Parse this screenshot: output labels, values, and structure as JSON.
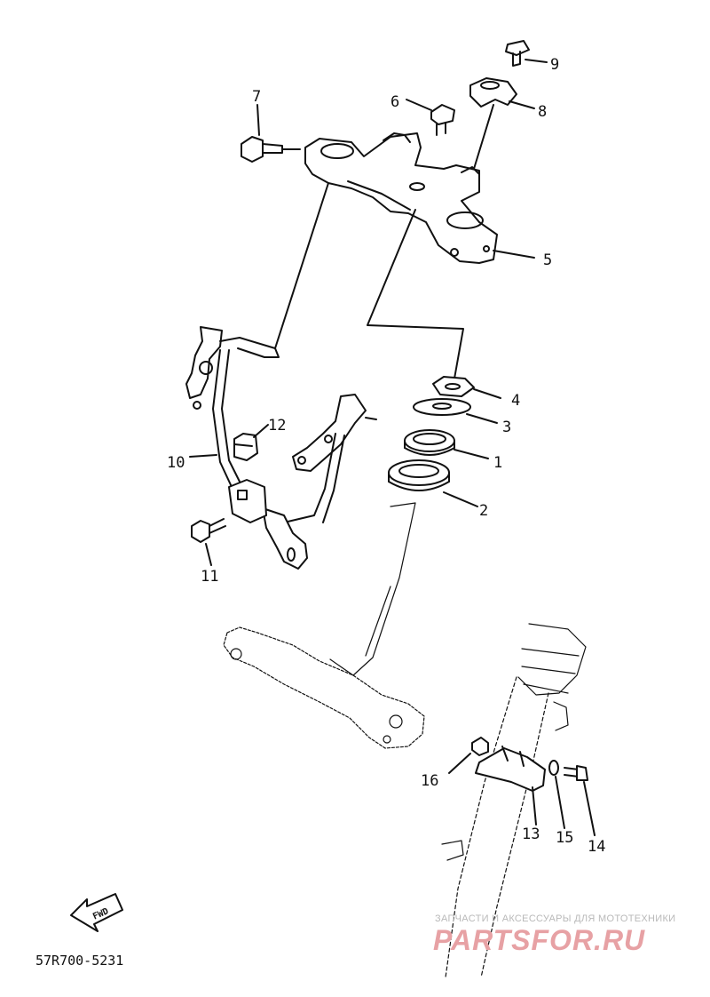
{
  "diagram": {
    "callouts": [
      {
        "id": "1",
        "label": "1"
      },
      {
        "id": "2",
        "label": "2"
      },
      {
        "id": "3",
        "label": "3"
      },
      {
        "id": "4",
        "label": "4"
      },
      {
        "id": "5",
        "label": "5"
      },
      {
        "id": "6",
        "label": "6"
      },
      {
        "id": "7",
        "label": "7"
      },
      {
        "id": "8",
        "label": "8"
      },
      {
        "id": "9",
        "label": "9"
      },
      {
        "id": "10",
        "label": "10"
      },
      {
        "id": "11",
        "label": "11"
      },
      {
        "id": "12",
        "label": "12"
      },
      {
        "id": "13",
        "label": "13"
      },
      {
        "id": "14",
        "label": "14"
      },
      {
        "id": "15",
        "label": "15"
      },
      {
        "id": "16",
        "label": "16"
      }
    ],
    "fwd_label": "FWD",
    "diagram_code": "57R700-5231"
  },
  "watermark": {
    "caption": "ЗАПЧАСТИ И АКСЕССУАРЫ ДЛЯ МОТОТЕХНИКИ",
    "logo": "PARTSFOR.RU",
    "color": "#e7a1a4"
  }
}
